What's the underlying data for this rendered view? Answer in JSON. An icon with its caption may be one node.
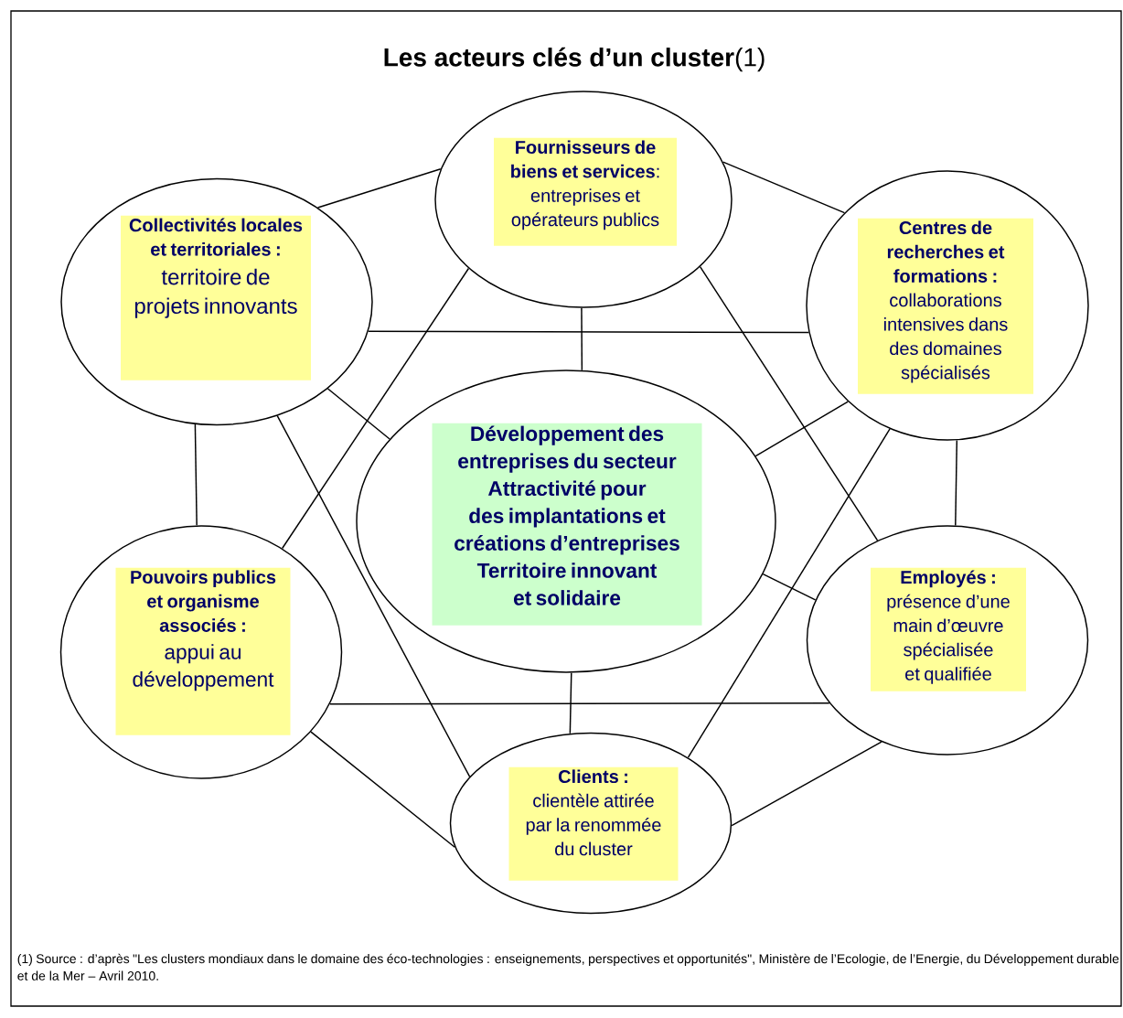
{
  "diagram": {
    "title": "**Les acteurs clés d’un cluster**(1)",
    "nodes": [
      {
        "text": [
          "**Fournisseurs de biens et services**:",
          "entreprises et opérateurs publics"
        ]
      },
      {
        "text": [
          "Collectivités locales et territoriales :",
          "territoire de projets innovants"
        ]
      },
      {
        "text": [
          "Centres de recherches et formations :",
          "collaborations intensives dans des domaines spécialisés"
        ]
      },
      {
        "text": [
          "Développement des entreprises du secteur",
          "Attractivité pour des implantations et créations d’entreprises",
          "Territoire innovant et solidaire"
        ]
      },
      {
        "text": [
          "Pouvoirs publics et organisme associés :",
          "appui au développement"
        ]
      },
      {
        "text": [
          "Employés :",
          "présence d’une main d’œuvre spécialisée et qualifiée"
        ]
      },
      {
        "text": [
          "Clients :",
          "clientèle attirée par la renommée du cluster"
        ]
      }
    ],
    "edges": [
      {
        "from": 1,
        "to": 0,
        "arrow": "none"
      },
      {
        "from": 0,
        "to": 2,
        "arrow": "none"
      },
      {
        "from": 1,
        "to": 2,
        "arrow": "none"
      },
      {
        "from": 0,
        "to": 3,
        "arrow": "none"
      },
      {
        "from": 1,
        "to": 3,
        "arrow": "none"
      },
      {
        "from": 2,
        "to": 3,
        "arrow": "none"
      },
      {
        "from": 0,
        "to": 4,
        "arrow": "none"
      },
      {
        "from": 0,
        "to": 5,
        "arrow": "none"
      },
      {
        "from": 1,
        "to": 4,
        "arrow": "none"
      },
      {
        "from": 1,
        "to": 6,
        "arrow": "none"
      },
      {
        "from": 2,
        "to": 5,
        "arrow": "none"
      },
      {
        "from": 2,
        "to": 6,
        "arrow": "none"
      },
      {
        "from": 3,
        "to": 5,
        "arrow": "none"
      },
      {
        "from": 3,
        "to": 6,
        "arrow": "none"
      },
      {
        "from": 4,
        "to": 5,
        "arrow": "none"
      },
      {
        "from": 4,
        "to": 6,
        "arrow": "none"
      },
      {
        "from": 5,
        "to": 6,
        "arrow": "none"
      }
    ],
    "caption": "(1) Source : d’après \"Les clusters mondiaux dans le domaine des éco-technologies : enseignements, perspectives et opportunités\", Ministère de l’Ecologie, de l’Energie, du Développement durable et de la Mer – Avril 2010."
  }
}
